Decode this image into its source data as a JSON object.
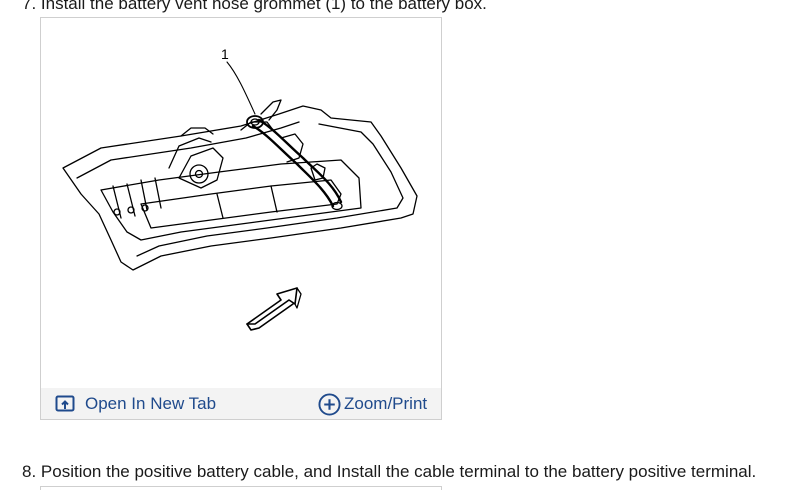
{
  "steps": {
    "step7_text": "7. Install the battery vent hose grommet (1) to the battery box.",
    "step8_text": "8. Position the positive battery cable, and Install the cable terminal to the battery positive terminal."
  },
  "figure": {
    "callout_label": "1",
    "toolbar": {
      "open_new_tab_label": "Open In New Tab",
      "open_new_tab_icon": "open-in-new-tab-icon",
      "zoom_print_label": "Zoom/Print",
      "zoom_print_icon": "plus-circle-icon"
    }
  },
  "colors": {
    "link": "#1f4a8c",
    "toolbar_bg": "#f3f3f3",
    "border": "#cfcfcf"
  }
}
